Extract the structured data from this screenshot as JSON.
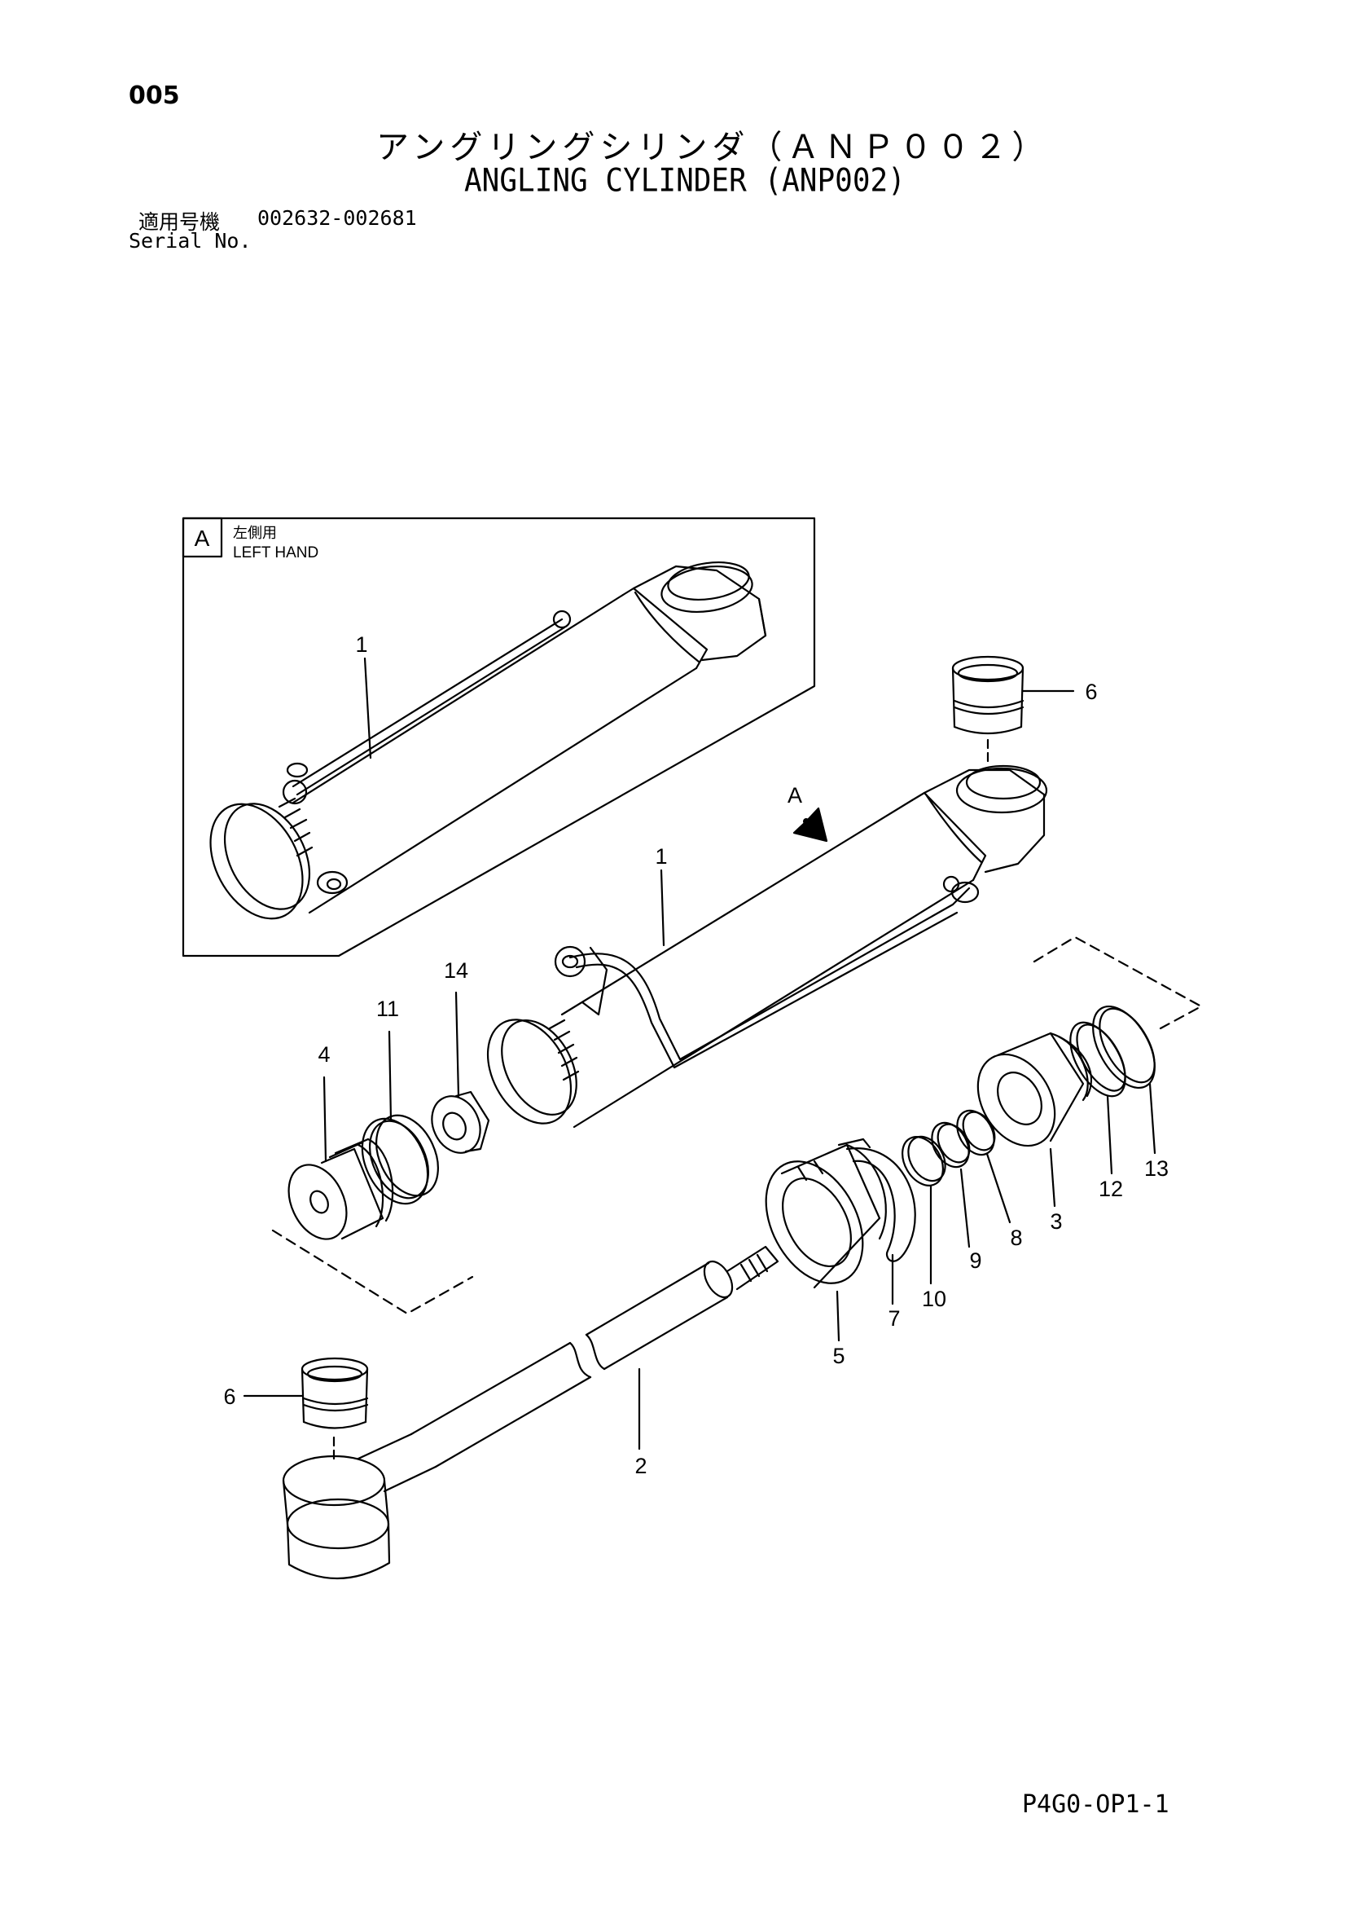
{
  "page_number": "005",
  "title_jp": "アングリングシリンダ（ＡＮＰ００２）",
  "title_en": "ANGLING CYLINDER (ANP002)",
  "serial": {
    "label_jp": "適用号機",
    "range": "002632-002681",
    "label_en": "Serial No."
  },
  "inset": {
    "key": "A",
    "label_jp": "左側用",
    "label_en": "LEFT HAND",
    "callout": "1"
  },
  "view_arrow_label": "A",
  "callouts": [
    "1",
    "2",
    "3",
    "4",
    "5",
    "6",
    "6",
    "7",
    "8",
    "9",
    "10",
    "11",
    "12",
    "13",
    "14"
  ],
  "drawing_code": "P4G0-OP1-1"
}
